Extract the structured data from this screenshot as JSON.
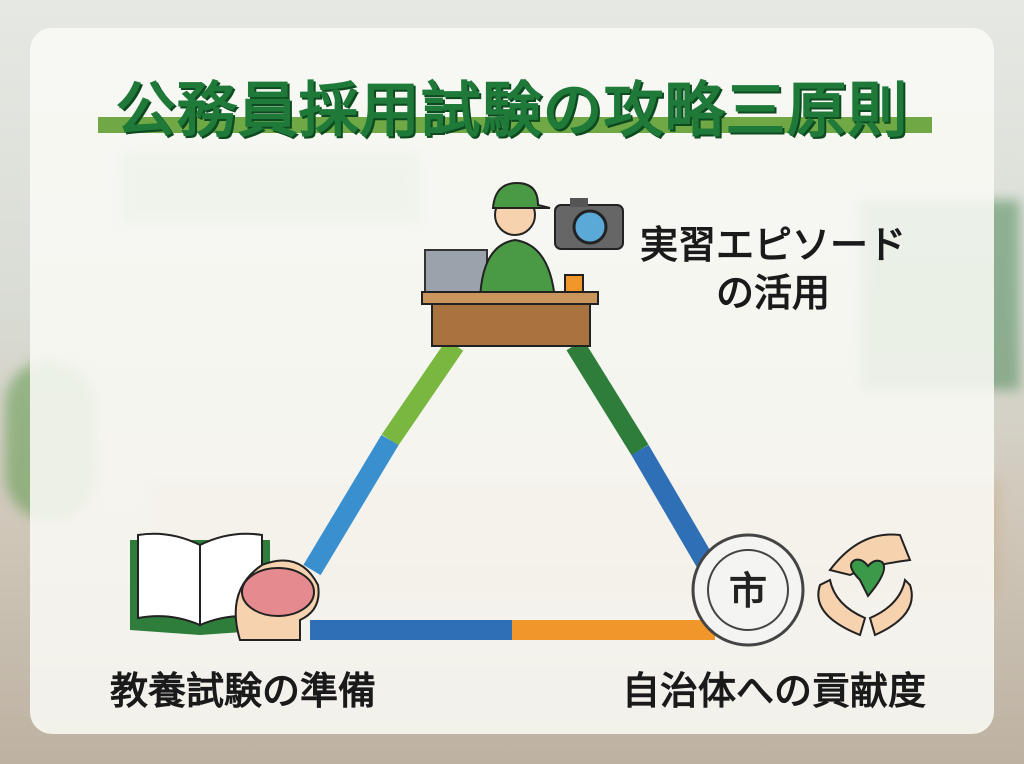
{
  "title": "公務員採用試験の攻略三原則",
  "principles": [
    {
      "label_line1": "実習エピソード",
      "label_line2": "の活用",
      "icon": "worker-at-desk-with-camera-icon"
    },
    {
      "label": "教養試験の準備",
      "icon": "book-and-brain-icon"
    },
    {
      "label": "自治体への貢献度",
      "icon": "city-seal-and-caring-hands-icon"
    }
  ],
  "seal_text": "市",
  "colors": {
    "title": "#1f7a3a",
    "title_bar": "#6fa844",
    "green": "#7ab73f",
    "dark_green": "#2e7d3a",
    "blue": "#2f6fb5",
    "light_blue": "#3a8fcf",
    "orange": "#f0962a"
  }
}
